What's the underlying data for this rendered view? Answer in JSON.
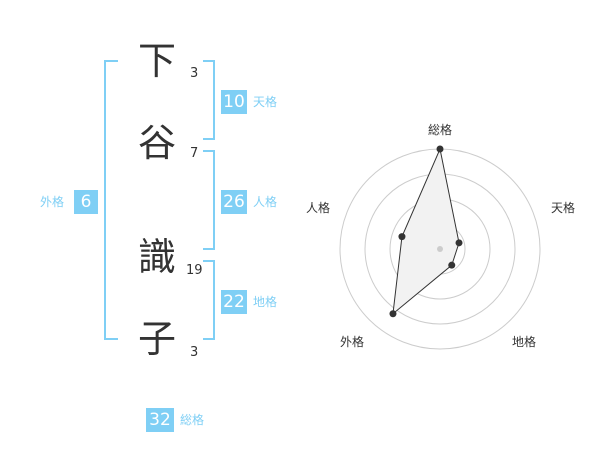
{
  "name": {
    "chars": [
      {
        "char": "下",
        "strokes": "3"
      },
      {
        "char": "谷",
        "strokes": "7"
      },
      {
        "char": "識",
        "strokes": "19"
      },
      {
        "char": "子",
        "strokes": "3"
      }
    ]
  },
  "fortune": {
    "tenkaku": {
      "value": "10",
      "label": "天格"
    },
    "jinkaku": {
      "value": "26",
      "label": "人格"
    },
    "chikaku": {
      "value": "22",
      "label": "地格"
    },
    "gaikaku": {
      "value": "6",
      "label": "外格"
    },
    "soukaku": {
      "value": "32",
      "label": "総格"
    }
  },
  "colors": {
    "accent": "#7fcff5",
    "text": "#333333",
    "radar_fill": "#f2f2f2",
    "ring": "#cccccc"
  },
  "chart_data": {
    "type": "radar",
    "axes": [
      "総格",
      "天格",
      "地格",
      "外格",
      "人格"
    ],
    "values": [
      5,
      1,
      1,
      4,
      2
    ],
    "range": [
      0,
      5
    ],
    "rings": 4
  }
}
